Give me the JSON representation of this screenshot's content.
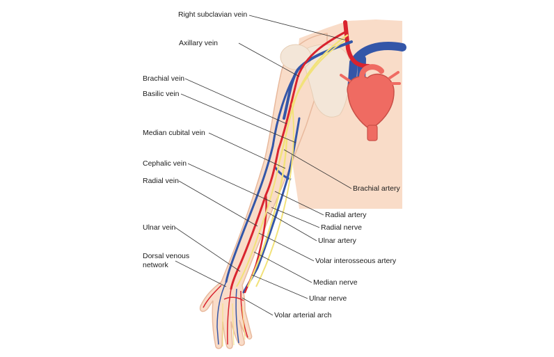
{
  "labels": {
    "right_subclavian_vein": "Right subclavian vein",
    "axillary_vein": "Axillary vein",
    "brachial_vein": "Brachial vein",
    "basilic_vein": "Basilic vein",
    "median_cubital_vein": "Median cubital vein",
    "cephalic_vein": "Cephalic vein",
    "radial_vein": "Radial vein",
    "ulnar_vein": "Ulnar vein",
    "dorsal_venous_network": "Dorsal venous\nnetwork",
    "brachial_artery": "Brachial artery",
    "radial_artery": "Radial artery",
    "radial_nerve": "Radial nerve",
    "ulnar_artery": "Ulnar artery",
    "volar_interosseous_artery": "Volar interosseous artery",
    "median_nerve": "Median nerve",
    "ulnar_nerve": "Ulnar nerve",
    "volar_arterial_arch": "Volar arterial arch"
  },
  "colors": {
    "skin": "#f9dcc8",
    "skin_outline": "#e8b99d",
    "bone": "#f3e6d8",
    "vein": "#3456a8",
    "artery": "#d9232e",
    "nerve": "#f2e27a",
    "heart": "#ef6b62",
    "leader": "#333333"
  }
}
